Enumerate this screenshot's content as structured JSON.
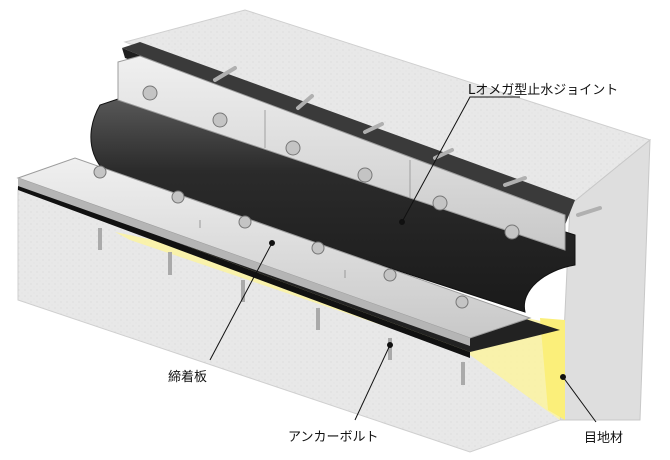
{
  "labels": {
    "joint": "Lオメガ型止水ジョイント",
    "plate": "締着板",
    "anchor_bolt": "アンカーボルト",
    "filler": "目地材"
  },
  "colors": {
    "concrete": "#e6e6e6",
    "concrete_shade": "#d2d2d2",
    "rubber": "#2f2f2f",
    "plate": "#d9d9d9",
    "filler": "#fbf3a0",
    "bolt": "#b8b8b8",
    "leader": "#111111"
  }
}
